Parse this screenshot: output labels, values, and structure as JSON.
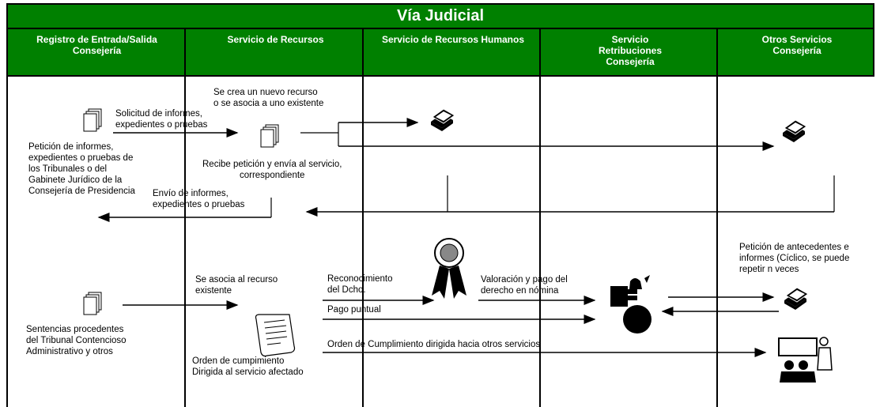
{
  "title": "Vía Judicial",
  "lanes": [
    "Registro de Entrada/Salida\nConsejería",
    "Servicio de Recursos",
    "Servicio de Recursos Humanos",
    "Servicio\nRetribuciones\nConsejería",
    "Otros Servicios\nConsejería"
  ],
  "labels": {
    "solicitud": "Solicitud de informes,\nexpedientes o pruebas",
    "nuevo_recurso": "Se crea un nuevo recurso\no se asocia a uno existente",
    "peticion": "Petición de informes,\nexpedientes o pruebas de\nlos Tribunales o del\nGabinete Jurídico de la\nConsejería de Presidencia",
    "recibe": "Recibe petición y envía al servicio,\ncorrespondiente",
    "envio": "Envío de informes,\nexpedientes o pruebas",
    "asocia": "Se asocia al recurso\nexistente",
    "reconocimiento": "Reconocimiento\ndel Dcho.",
    "valoracion": "Valoración y pago del\nderecho en nómina",
    "antecedentes": "Petición de antecedentes e\ninformes (Cíclico, se puede\nrepetir n veces",
    "pago_puntual": "Pago puntual",
    "sentencias": "Sentencias procedentes\ndel Tribunal Contencioso\nAdministrativo y otros",
    "orden_cumplimiento": "Orden de cumpimiento\nDirigida al servicio afectado",
    "orden_otros": "Orden de Cumplimiento dirigida hacia otros servicios"
  },
  "colors": {
    "header_bg": "#008000",
    "header_text": "#ffffff",
    "line": "#000000"
  }
}
